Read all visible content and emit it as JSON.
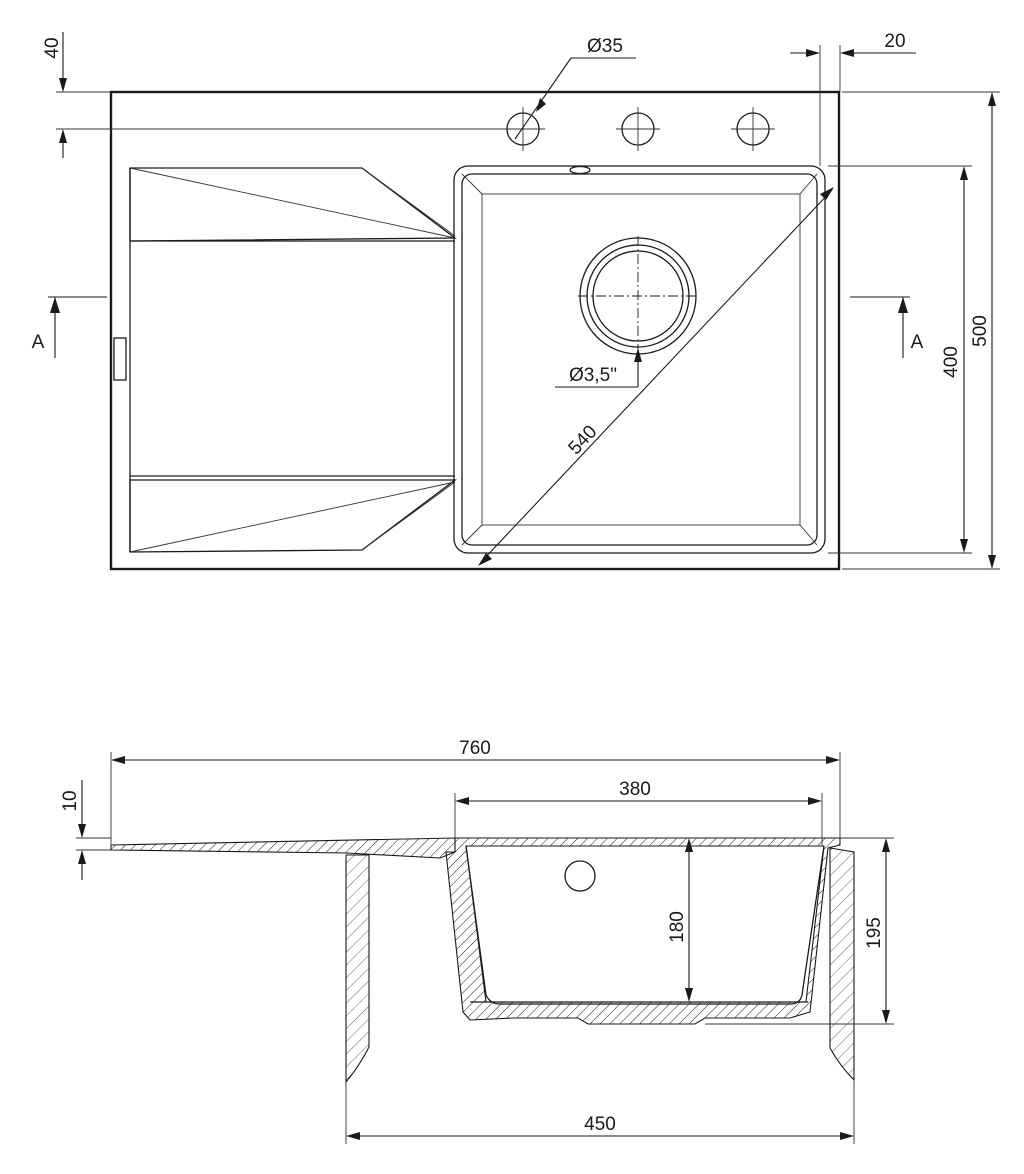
{
  "top_view": {
    "dim_tap_offset": "40",
    "dim_tap_hole": "Ø35",
    "dim_edge": "20",
    "dim_width": "500",
    "dim_bowl": "400",
    "dim_diagonal": "540",
    "dim_drain": "Ø3,5\"",
    "section_left": "A",
    "section_right": "A"
  },
  "section_view": {
    "dim_total_length": "760",
    "dim_bowl_width": "380",
    "dim_rim": "10",
    "dim_bowl_depth": "180",
    "dim_total_depth": "195",
    "dim_cabinet": "450"
  }
}
